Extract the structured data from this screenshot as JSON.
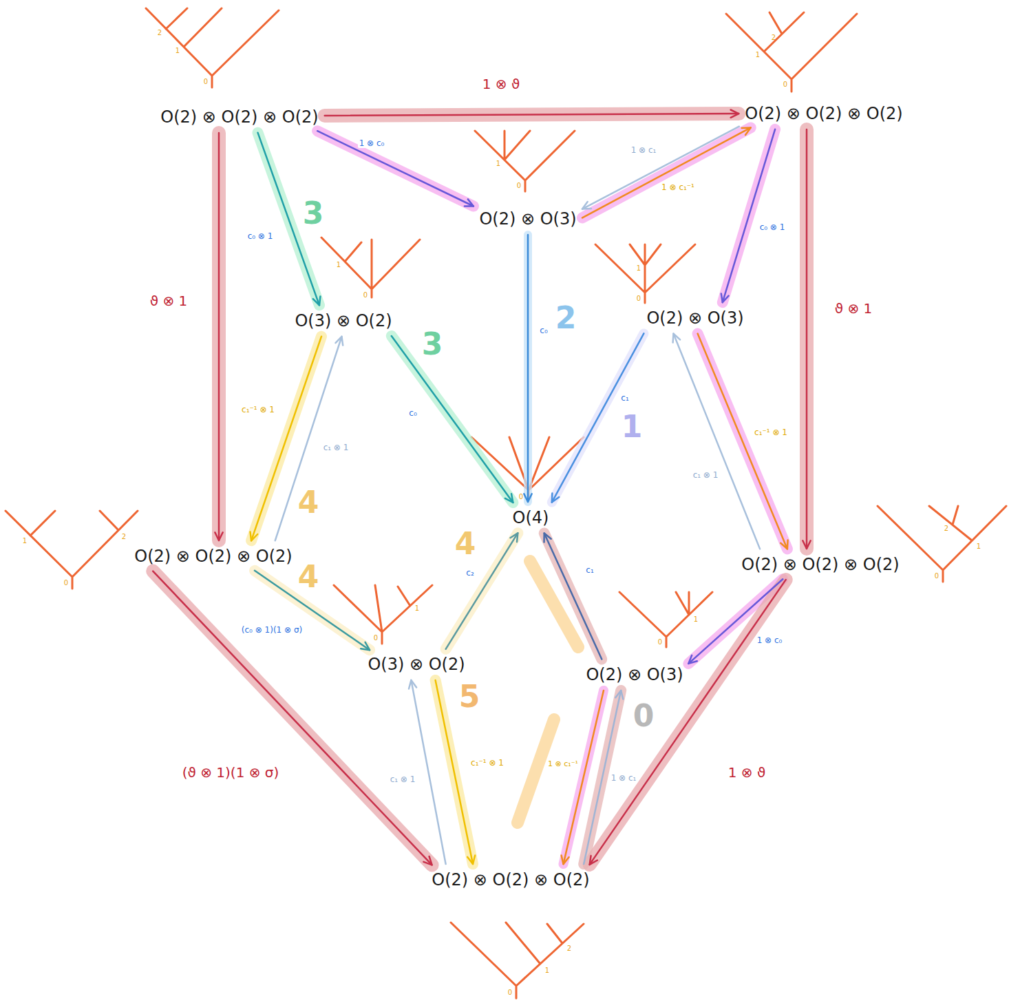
{
  "diagram": {
    "nodes": [
      {
        "text": [
          "O(2) ⊗ O(2) ⊗ O(2)"
        ]
      },
      {
        "text": [
          "O(2) ⊗ O(2) ⊗ O(2)"
        ]
      },
      {
        "text": [
          "O(2) ⊗ O(3)"
        ]
      },
      {
        "text": [
          "O(3) ⊗ O(2)"
        ]
      },
      {
        "text": [
          "O(2) ⊗ O(3)"
        ]
      },
      {
        "text": [
          "O(4)"
        ]
      },
      {
        "text": [
          "O(2) ⊗ O(2) ⊗ O(2)"
        ]
      },
      {
        "text": [
          "O(2) ⊗ O(2) ⊗ O(2)"
        ]
      },
      {
        "text": [
          "O(3) ⊗ O(2)"
        ]
      },
      {
        "text": [
          "O(2) ⊗ O(3)"
        ]
      },
      {
        "text": [
          "O(2) ⊗ O(2) ⊗ O(2)"
        ]
      }
    ],
    "edges": [
      {
        "from": 0,
        "to": 1,
        "arrow": "to",
        "label": "1 ⊗ ϑ"
      },
      {
        "from": 0,
        "to": 6,
        "arrow": "to",
        "label": "ϑ ⊗ 1"
      },
      {
        "from": 1,
        "to": 7,
        "arrow": "to",
        "label": "ϑ ⊗ 1"
      },
      {
        "from": 0,
        "to": 2,
        "arrow": "to",
        "label": "1 ⊗ c₀"
      },
      {
        "from": 1,
        "to": 2,
        "arrow": "to",
        "label": "1 ⊗ c₁"
      },
      {
        "from": 2,
        "to": 1,
        "arrow": "to",
        "label": "1 ⊗ c₁⁻¹"
      },
      {
        "from": 0,
        "to": 3,
        "arrow": "to",
        "label": "c₀ ⊗ 1"
      },
      {
        "from": 1,
        "to": 4,
        "arrow": "to",
        "label": "c₀ ⊗ 1"
      },
      {
        "from": 3,
        "to": 5,
        "arrow": "to",
        "label": "c₀"
      },
      {
        "from": 2,
        "to": 5,
        "arrow": "to",
        "label": "c₀"
      },
      {
        "from": 4,
        "to": 5,
        "arrow": "to",
        "label": "c₁"
      },
      {
        "from": 3,
        "to": 6,
        "arrow": "to",
        "label": "c₁⁻¹ ⊗ 1"
      },
      {
        "from": 6,
        "to": 3,
        "arrow": "to",
        "label": "c₁ ⊗ 1"
      },
      {
        "from": 4,
        "to": 7,
        "arrow": "to",
        "label": "c₁⁻¹ ⊗ 1"
      },
      {
        "from": 7,
        "to": 4,
        "arrow": "to",
        "label": "c₁ ⊗ 1"
      },
      {
        "from": 6,
        "to": 8,
        "arrow": "to",
        "label": "(c₀ ⊗ 1)(1 ⊗ σ)"
      },
      {
        "from": 8,
        "to": 5,
        "arrow": "to",
        "label": "c₂"
      },
      {
        "from": 9,
        "to": 5,
        "arrow": "to",
        "label": "c₁"
      },
      {
        "from": 7,
        "to": 9,
        "arrow": "to",
        "label": "1 ⊗ c₀"
      },
      {
        "from": 6,
        "to": 10,
        "arrow": "to",
        "label": "(ϑ ⊗ 1)(1 ⊗ σ)"
      },
      {
        "from": 7,
        "to": 10,
        "arrow": "to",
        "label": "1 ⊗ ϑ"
      },
      {
        "from": 10,
        "to": 8,
        "arrow": "to",
        "label": "c₁ ⊗ 1"
      },
      {
        "from": 8,
        "to": 10,
        "arrow": "to",
        "label": "c₁⁻¹ ⊗ 1"
      },
      {
        "from": 9,
        "to": 10,
        "arrow": "to",
        "label": "1 ⊗ c₁⁻¹"
      },
      {
        "from": 10,
        "to": 9,
        "arrow": "to",
        "label": "1 ⊗ c₁"
      }
    ],
    "labels": [
      "3",
      "3",
      "2",
      "1",
      "4",
      "4",
      "4",
      "5",
      "0",
      "2",
      "1",
      "0",
      "2",
      "1",
      "0",
      "1",
      "0",
      "1",
      "0",
      "1",
      "0",
      "0",
      "1",
      "2",
      "0",
      "2",
      "1",
      "0",
      "1",
      "0",
      "1",
      "0",
      "2",
      "1",
      "0"
    ]
  }
}
